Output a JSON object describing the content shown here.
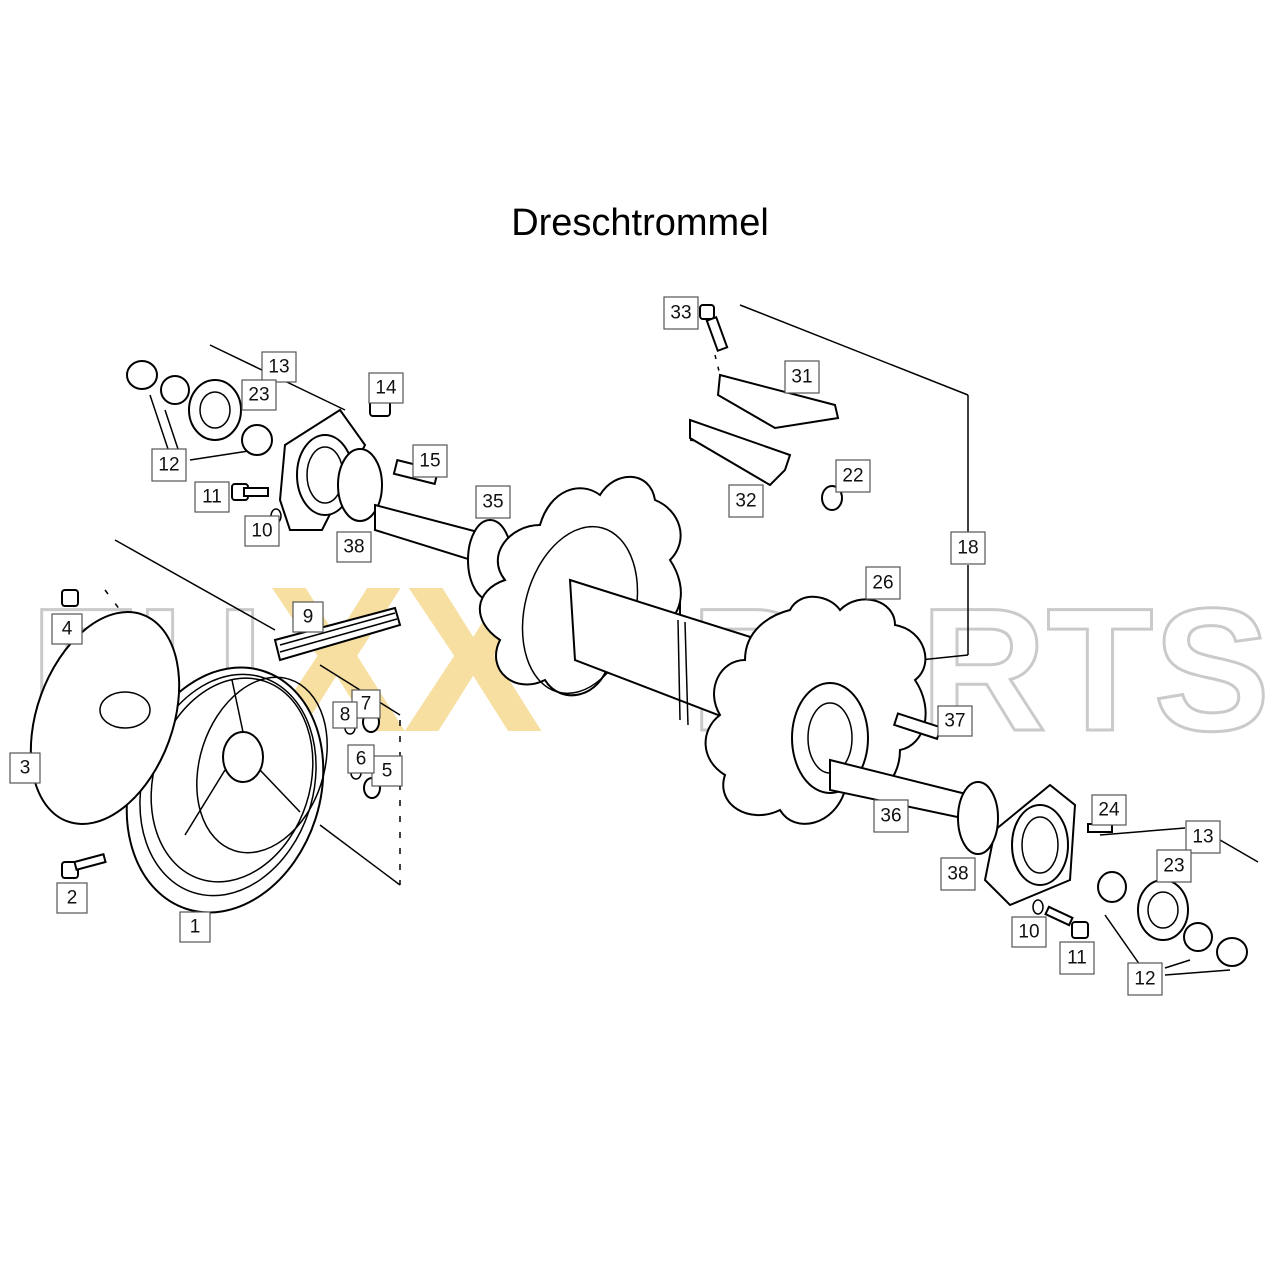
{
  "title": "Dreschtrommel",
  "watermark": {
    "left": "FU",
    "middle": "XX",
    "right": "PARTS",
    "outline_color": "#c8c8c8",
    "accent_color": "#f3d27a"
  },
  "callouts": {
    "c1": "1",
    "c2": "2",
    "c3": "3",
    "c4": "4",
    "c5": "5",
    "c6": "6",
    "c7": "7",
    "c8": "8",
    "c9": "9",
    "c10a": "10",
    "c10b": "10",
    "c11a": "11",
    "c11b": "11",
    "c12a": "12",
    "c12b": "12",
    "c13a": "13",
    "c13b": "13",
    "c14": "14",
    "c15": "15",
    "c18": "18",
    "c22": "22",
    "c23a": "23",
    "c23b": "23",
    "c24": "24",
    "c26": "26",
    "c31": "31",
    "c32": "32",
    "c33": "33",
    "c35": "35",
    "c36": "36",
    "c37": "37",
    "c38a": "38",
    "c38b": "38"
  }
}
